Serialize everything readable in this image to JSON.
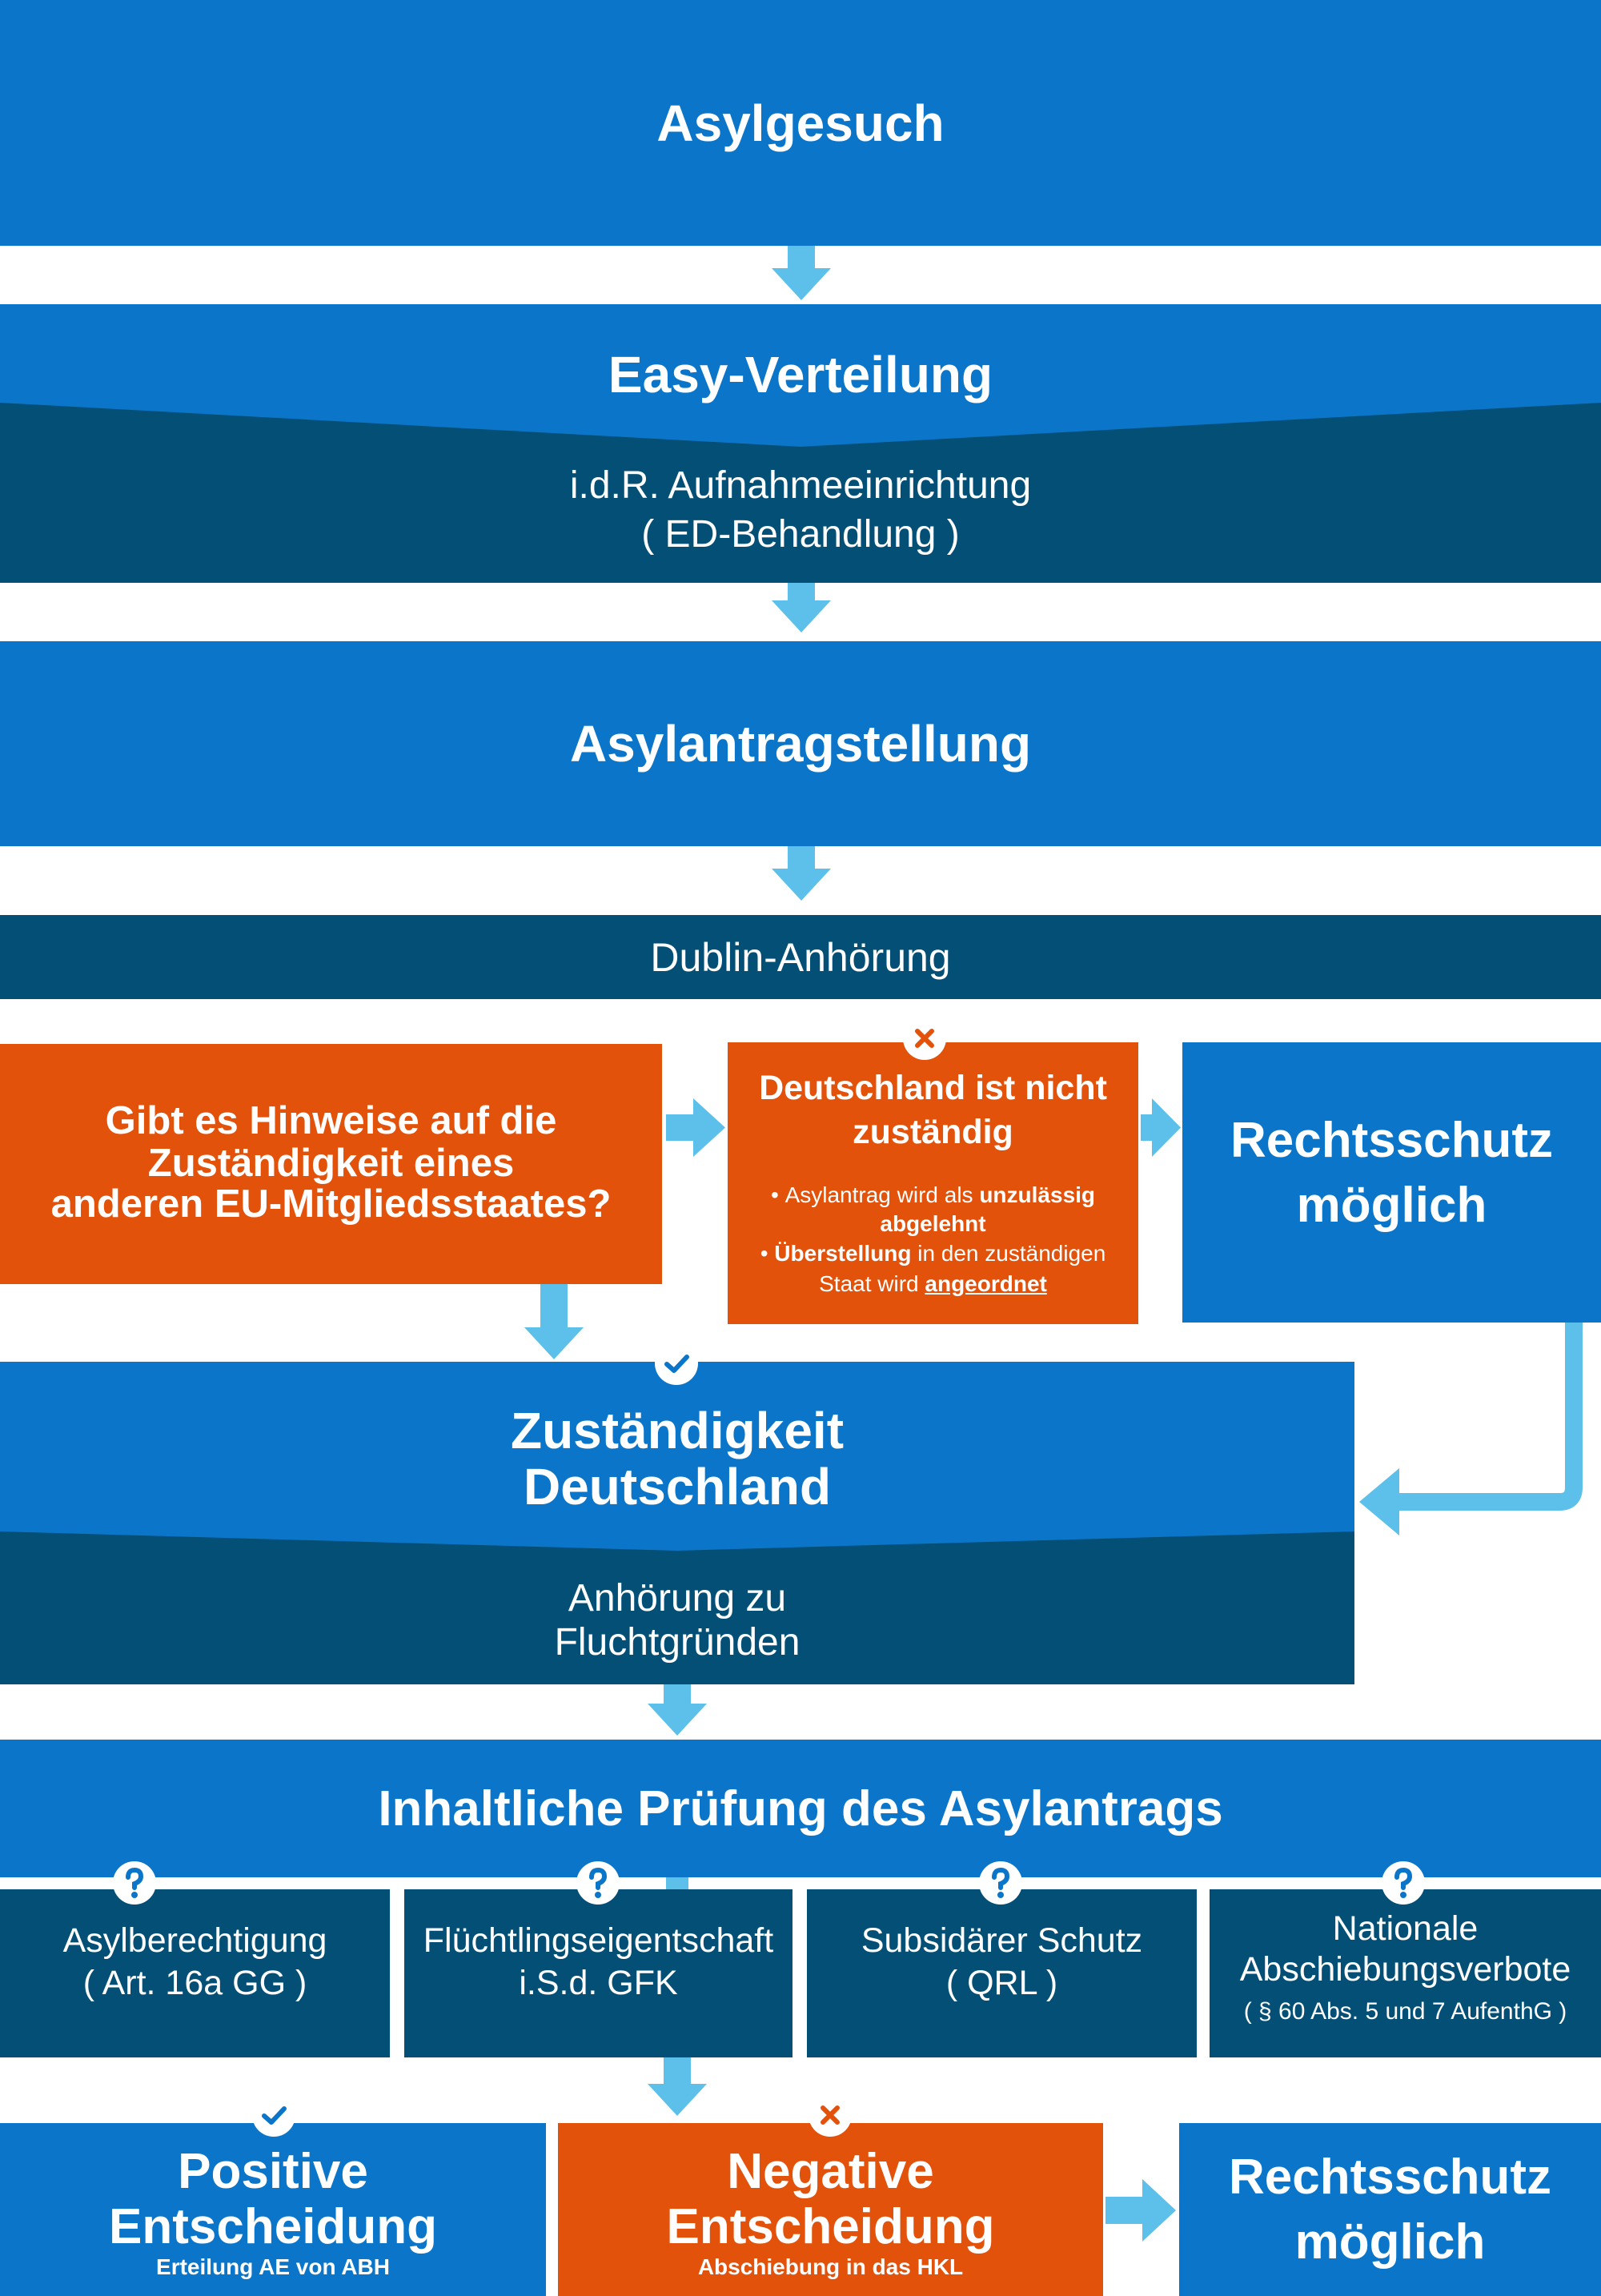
{
  "colors": {
    "blue": "#0b76c9",
    "navy": "#034f75",
    "orange": "#e3520b",
    "arrow": "#5cc0ea",
    "icon_bg": "#ffffff"
  },
  "step_asylgesuch": {
    "title": "Asylgesuch"
  },
  "step_easy": {
    "title": "Easy-Verteilung",
    "lines": [
      "i.d.R. Aufnahmeeinrichtung",
      "( ED-Behandlung )"
    ]
  },
  "step_antrag": {
    "title": "Asylantragstellung"
  },
  "step_dublin": {
    "title": "Dublin-Anhörung"
  },
  "dublin_question": {
    "lines": [
      "Gibt es Hinweise auf die",
      "Zuständigkeit eines",
      "anderen EU-Mitgliedsstaates?"
    ]
  },
  "not_responsible": {
    "icon": "cross-icon",
    "title_lines": [
      "Deutschland ist nicht",
      "zuständig"
    ],
    "bullet_1": {
      "text": "Asylantrag wird als",
      "bold": [
        "unzulässig",
        "abgelehnt"
      ]
    },
    "bullet_2": {
      "bold": "Überstellung",
      "text": [
        "in den zuständigen",
        "Staat wird"
      ],
      "underlined": "angeordnet"
    }
  },
  "legal_protection_1": {
    "lines": [
      "Rechtsschutz",
      "möglich"
    ]
  },
  "responsible_de": {
    "icon": "check-icon",
    "title_lines": [
      "Zuständigkeit",
      "Deutschland"
    ],
    "lines": [
      "Anhörung zu",
      "Fluchtgründen"
    ]
  },
  "examination": {
    "title": "Inhaltliche Prüfung des Asylantrags"
  },
  "criteria": [
    {
      "icon": "question-icon",
      "lines": [
        "Asylberechtigung",
        "( Art. 16a GG )"
      ]
    },
    {
      "icon": "question-icon",
      "lines": [
        "Flüchtlingseigentschaft",
        "i.S.d. GFK"
      ]
    },
    {
      "icon": "question-icon",
      "lines": [
        "Subsidärer Schutz",
        "( QRL )"
      ]
    },
    {
      "icon": "question-icon",
      "lines": [
        "Nationale",
        "Abschiebungsverbote"
      ],
      "note": "( § 60 Abs. 5 und 7 AufenthG )"
    }
  ],
  "decision_positive": {
    "icon": "check-icon",
    "title_lines": [
      "Positive",
      "Entscheidung"
    ],
    "subtitle": "Erteilung AE von ABH"
  },
  "decision_negative": {
    "icon": "cross-icon",
    "title_lines": [
      "Negative",
      "Entscheidung"
    ],
    "subtitle": "Abschiebung in das HKL"
  },
  "legal_protection_2": {
    "lines": [
      "Rechtsschutz",
      "möglich"
    ]
  }
}
